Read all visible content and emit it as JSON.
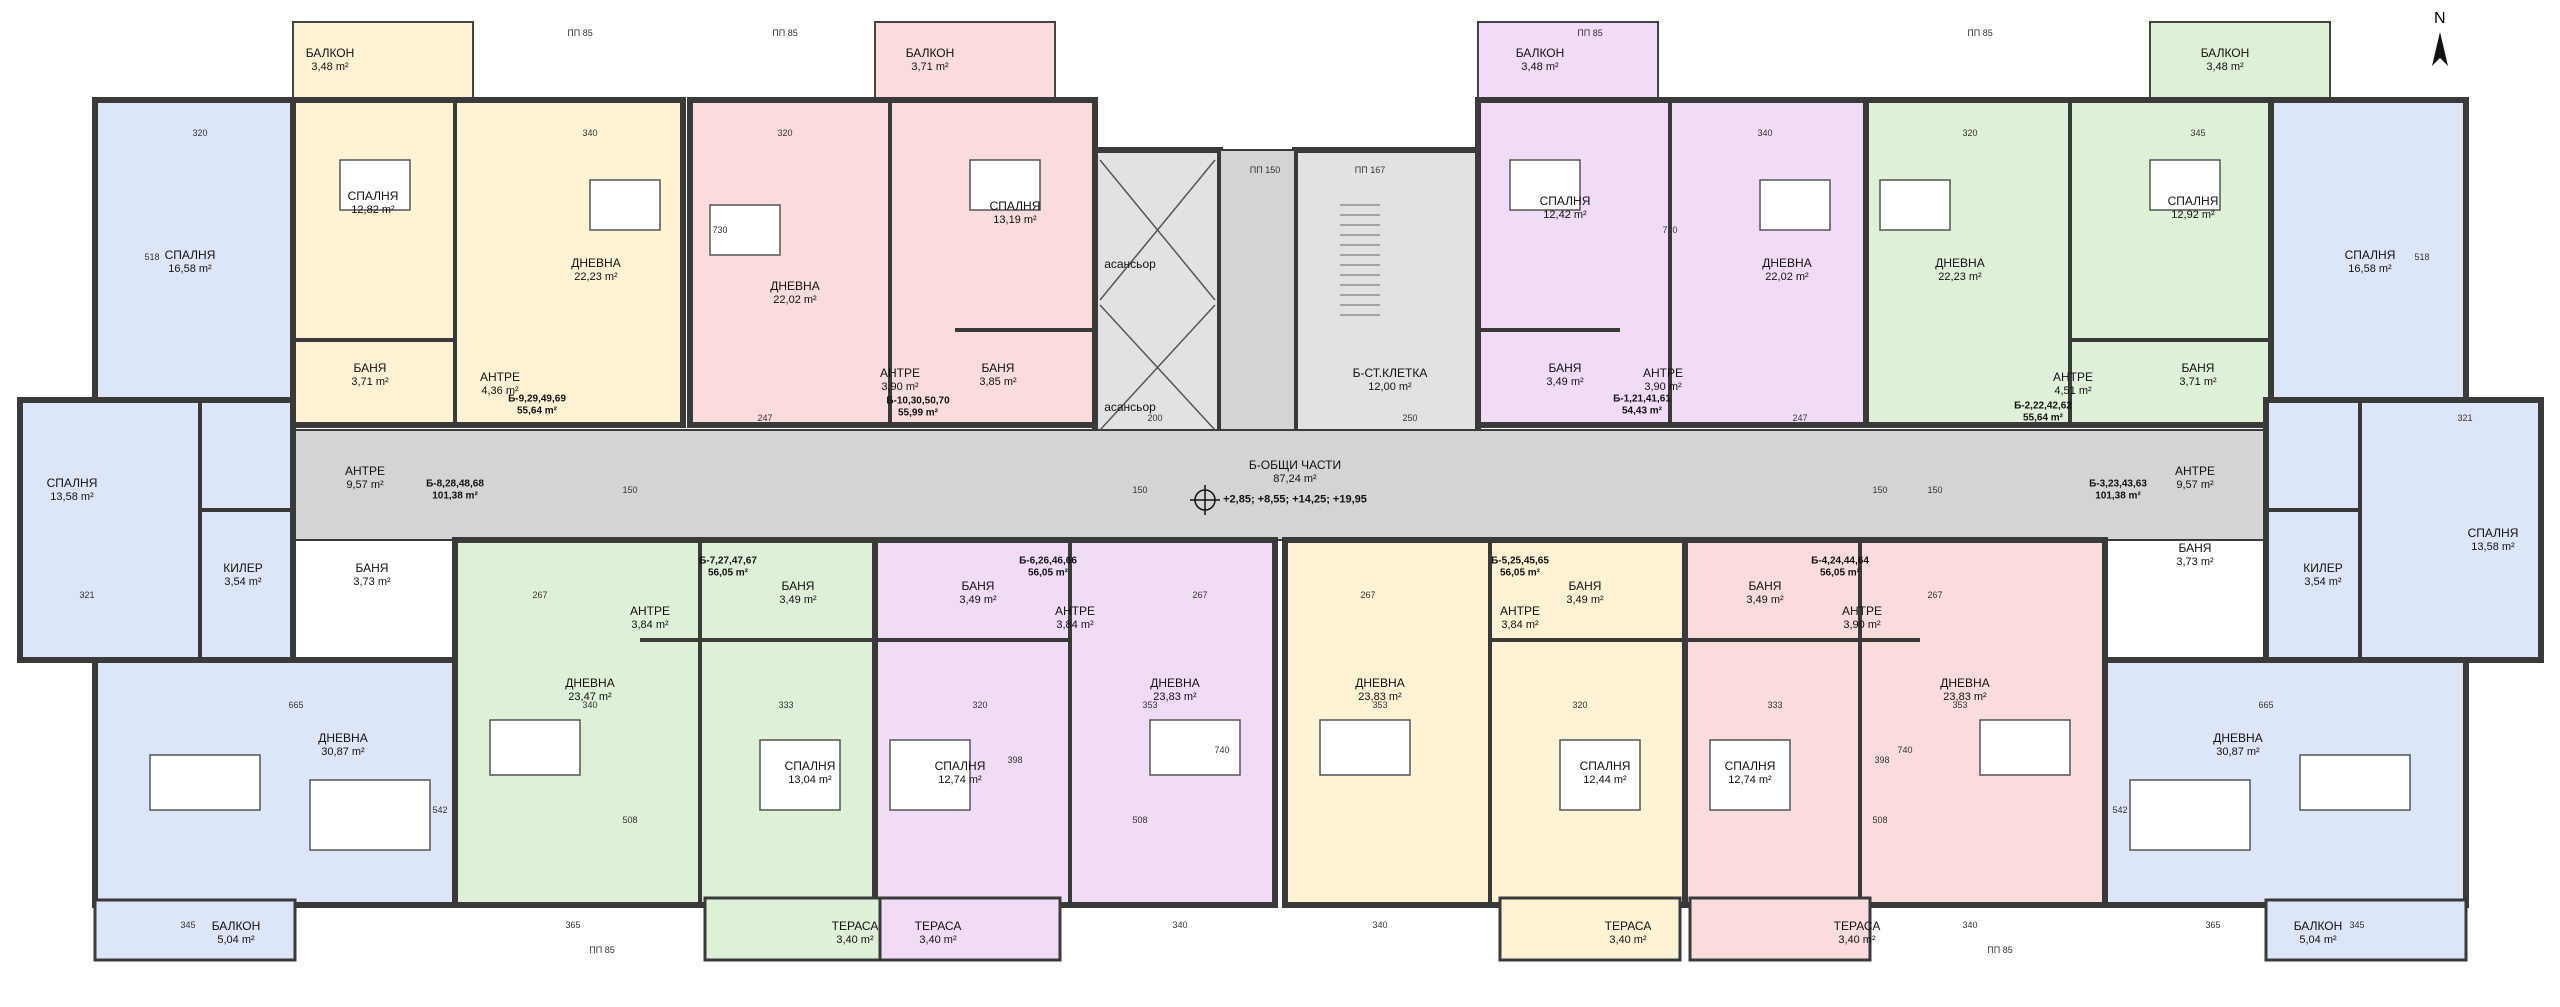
{
  "plan": {
    "compass_letter": "N",
    "level_marks": "+2,85; +8,55; +14,25; +19,95",
    "colors": {
      "wall": "#3a3a3a",
      "corridor": "#d4d4d4",
      "yellow": "#fdf3d4",
      "pink": "#fbdcdc",
      "violet": "#f1dcf7",
      "green": "#dff0d8",
      "blue": "#dce6f8",
      "grey": "#e2e2e2"
    },
    "rooms": [
      {
        "id": "r1",
        "name": "БАЛКОН",
        "area": "3,48 m²"
      },
      {
        "id": "r2",
        "name": "БАЛКОН",
        "area": "3,71 m²"
      },
      {
        "id": "r3",
        "name": "БАЛКОН",
        "area": "3,48 m²"
      },
      {
        "id": "r4",
        "name": "БАЛКОН",
        "area": "3,48 m²"
      },
      {
        "id": "r5",
        "name": "СПАЛНЯ",
        "area": "12,82 m²"
      },
      {
        "id": "r6",
        "name": "СПАЛНЯ",
        "area": "16,58 m²"
      },
      {
        "id": "r7",
        "name": "ДНЕВНА",
        "area": "22,23 m²"
      },
      {
        "id": "r8",
        "name": "ДНЕВНА",
        "area": "22,02 m²"
      },
      {
        "id": "r9",
        "name": "СПАЛНЯ",
        "area": "13,19 m²"
      },
      {
        "id": "r10",
        "name": "асансьор",
        "area": ""
      },
      {
        "id": "r11",
        "name": "асансьор",
        "area": ""
      },
      {
        "id": "r12",
        "name": "СПАЛНЯ",
        "area": "12,42 m²"
      },
      {
        "id": "r13",
        "name": "ДНЕВНА",
        "area": "22,02 m²"
      },
      {
        "id": "r14",
        "name": "ДНЕВНА",
        "area": "22,23 m²"
      },
      {
        "id": "r15",
        "name": "СПАЛНЯ",
        "area": "12,92 m²"
      },
      {
        "id": "r16",
        "name": "СПАЛНЯ",
        "area": "16,58 m²"
      },
      {
        "id": "r17",
        "name": "БАНЯ",
        "area": "3,71 m²"
      },
      {
        "id": "r18",
        "name": "АНТРЕ",
        "area": "4,36 m²"
      },
      {
        "id": "r19",
        "name": "АНТРЕ",
        "area": "3,90 m²"
      },
      {
        "id": "r20",
        "name": "БАНЯ",
        "area": "3,85 m²"
      },
      {
        "id": "r21",
        "name": "Б-СТ.КЛЕТКА",
        "area": "12,00 m²"
      },
      {
        "id": "r22",
        "name": "БАНЯ",
        "area": "3,49 m²"
      },
      {
        "id": "r23",
        "name": "АНТРЕ",
        "area": "3,90 m²"
      },
      {
        "id": "r24",
        "name": "АНТРЕ",
        "area": "4,51 m²"
      },
      {
        "id": "r25",
        "name": "БАНЯ",
        "area": "3,71 m²"
      },
      {
        "id": "r26",
        "name": "Б-ОБЩИ ЧАСТИ",
        "area": "87,24 m²"
      },
      {
        "id": "r27",
        "name": "СПАЛНЯ",
        "area": "13,58 m²"
      },
      {
        "id": "r28",
        "name": "АНТРЕ",
        "area": "9,57 m²"
      },
      {
        "id": "r29",
        "name": "КИЛЕР",
        "area": "3,54 m²"
      },
      {
        "id": "r30",
        "name": "БАНЯ",
        "area": "3,73 m²"
      },
      {
        "id": "r31",
        "name": "АНТРЕ",
        "area": "9,57 m²"
      },
      {
        "id": "r32",
        "name": "БАНЯ",
        "area": "3,73 m²"
      },
      {
        "id": "r33",
        "name": "КИЛЕР",
        "area": "3,54 m²"
      },
      {
        "id": "r34",
        "name": "СПАЛНЯ",
        "area": "13,58 m²"
      },
      {
        "id": "r35",
        "name": "АНТРЕ",
        "area": "3,84 m²"
      },
      {
        "id": "r36",
        "name": "БАНЯ",
        "area": "3,49 m²"
      },
      {
        "id": "r37",
        "name": "БАНЯ",
        "area": "3,49 m²"
      },
      {
        "id": "r38",
        "name": "АНТРЕ",
        "area": "3,84 m²"
      },
      {
        "id": "r39",
        "name": "АНТРЕ",
        "area": "3,84 m²"
      },
      {
        "id": "r40",
        "name": "БАНЯ",
        "area": "3,49 m²"
      },
      {
        "id": "r41",
        "name": "БАНЯ",
        "area": "3,49 m²"
      },
      {
        "id": "r42",
        "name": "АНТРЕ",
        "area": "3,90 m²"
      },
      {
        "id": "r43",
        "name": "ДНЕВНА",
        "area": "30,87 m²"
      },
      {
        "id": "r44",
        "name": "ДНЕВНА",
        "area": "23,47 m²"
      },
      {
        "id": "r45",
        "name": "СПАЛНЯ",
        "area": "13,04 m²"
      },
      {
        "id": "r46",
        "name": "СПАЛНЯ",
        "area": "12,74 m²"
      },
      {
        "id": "r47",
        "name": "ДНЕВНА",
        "area": "23,83 m²"
      },
      {
        "id": "r48",
        "name": "ДНЕВНА",
        "area": "23,83 m²"
      },
      {
        "id": "r49",
        "name": "СПАЛНЯ",
        "area": "12,44 m²"
      },
      {
        "id": "r50",
        "name": "СПАЛНЯ",
        "area": "12,74 m²"
      },
      {
        "id": "r51",
        "name": "ДНЕВНА",
        "area": "23,83 m²"
      },
      {
        "id": "r52",
        "name": "ДНЕВНА",
        "area": "30,87 m²"
      },
      {
        "id": "r53",
        "name": "БАЛКОН",
        "area": "5,04 m²"
      },
      {
        "id": "r54",
        "name": "ТЕРАСА",
        "area": "3,40 m²"
      },
      {
        "id": "r55",
        "name": "ТЕРАСА",
        "area": "3,40 m²"
      },
      {
        "id": "r56",
        "name": "ТЕРАСА",
        "area": "3,40 m²"
      },
      {
        "id": "r57",
        "name": "ТЕРАСА",
        "area": "3,40 m²"
      },
      {
        "id": "r58",
        "name": "БАЛКОН",
        "area": "5,04 m²"
      }
    ],
    "units": [
      {
        "id": "u1",
        "code": "Б-9,29,49,69",
        "area": "55,64 m²"
      },
      {
        "id": "u2",
        "code": "Б-10,30,50,70",
        "area": "55,99 m²"
      },
      {
        "id": "u3",
        "code": "Б-1,21,41,61",
        "area": "54,43 m²"
      },
      {
        "id": "u4",
        "code": "Б-2,22,42,62",
        "area": "55,64 m²"
      },
      {
        "id": "u5",
        "code": "Б-8,28,48,68",
        "area": "101,38 m²"
      },
      {
        "id": "u6",
        "code": "Б-3,23,43,63",
        "area": "101,38 m²"
      },
      {
        "id": "u7",
        "code": "Б-7,27,47,67",
        "area": "56,05 m²"
      },
      {
        "id": "u8",
        "code": "Б-6,26,46,66",
        "area": "56,05 m²"
      },
      {
        "id": "u9",
        "code": "Б-5,25,45,65",
        "area": "56,05 m²"
      },
      {
        "id": "u10",
        "code": "Б-4,24,44,64",
        "area": "56,05 m²"
      }
    ],
    "dims": [
      {
        "id": "d1",
        "text": "320"
      },
      {
        "id": "d2",
        "text": "340"
      },
      {
        "id": "d3",
        "text": "320"
      },
      {
        "id": "d4",
        "text": "340"
      },
      {
        "id": "d5",
        "text": "320"
      },
      {
        "id": "d6",
        "text": "345"
      },
      {
        "id": "d7",
        "text": "665"
      },
      {
        "id": "d8",
        "text": "340"
      },
      {
        "id": "d9",
        "text": "333"
      },
      {
        "id": "d10",
        "text": "320"
      },
      {
        "id": "d11",
        "text": "353"
      },
      {
        "id": "d12",
        "text": "353"
      },
      {
        "id": "d13",
        "text": "320"
      },
      {
        "id": "d14",
        "text": "333"
      },
      {
        "id": "d15",
        "text": "353"
      },
      {
        "id": "d16",
        "text": "665"
      },
      {
        "id": "d17",
        "text": "150"
      },
      {
        "id": "d18",
        "text": "150"
      },
      {
        "id": "d19",
        "text": "150"
      },
      {
        "id": "d20",
        "text": "150"
      },
      {
        "id": "d21",
        "text": "508"
      },
      {
        "id": "d22",
        "text": "508"
      },
      {
        "id": "d23",
        "text": "508"
      },
      {
        "id": "d24",
        "text": "542"
      },
      {
        "id": "d25",
        "text": "542"
      },
      {
        "id": "d26",
        "text": "518"
      },
      {
        "id": "d27",
        "text": "518"
      },
      {
        "id": "d28",
        "text": "365"
      },
      {
        "id": "d29",
        "text": "340"
      },
      {
        "id": "d30",
        "text": "340"
      },
      {
        "id": "d31",
        "text": "340"
      },
      {
        "id": "d32",
        "text": "365"
      },
      {
        "id": "d33",
        "text": "345"
      },
      {
        "id": "d34",
        "text": "345"
      },
      {
        "id": "d35",
        "text": "ПП 85"
      },
      {
        "id": "d36",
        "text": "ПП 85"
      },
      {
        "id": "d37",
        "text": "ПП 85"
      },
      {
        "id": "d38",
        "text": "ПП 85"
      },
      {
        "id": "d39",
        "text": "ПП 85"
      },
      {
        "id": "d40",
        "text": "ПП 85"
      },
      {
        "id": "d41",
        "text": "ПП 150"
      },
      {
        "id": "d42",
        "text": "ПП 167"
      },
      {
        "id": "d43",
        "text": "247"
      },
      {
        "id": "d44",
        "text": "247"
      },
      {
        "id": "d45",
        "text": "267"
      },
      {
        "id": "d46",
        "text": "267"
      },
      {
        "id": "d47",
        "text": "267"
      },
      {
        "id": "d48",
        "text": "267"
      },
      {
        "id": "d49",
        "text": "200"
      },
      {
        "id": "d50",
        "text": "250"
      },
      {
        "id": "d51",
        "text": "321"
      },
      {
        "id": "d52",
        "text": "321"
      },
      {
        "id": "d53",
        "text": "740"
      },
      {
        "id": "d54",
        "text": "740"
      },
      {
        "id": "d55",
        "text": "398"
      },
      {
        "id": "d56",
        "text": "398"
      },
      {
        "id": "d57",
        "text": "730"
      },
      {
        "id": "d58",
        "text": "730"
      }
    ]
  }
}
